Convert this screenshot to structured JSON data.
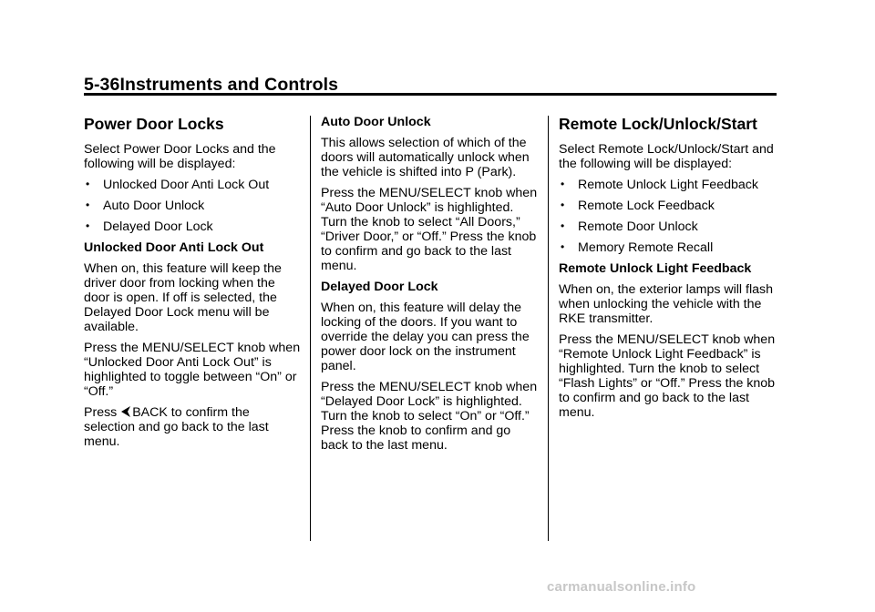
{
  "header": {
    "page_number": "5-36",
    "section_title": "Instruments and Controls"
  },
  "col1": {
    "heading": "Power Door Locks",
    "intro": "Select Power Door Locks and the following will be displayed:",
    "bullets": [
      "Unlocked Door Anti Lock Out",
      "Auto Door Unlock",
      "Delayed Door Lock"
    ],
    "sub1": "Unlocked Door Anti Lock Out",
    "p1": "When on, this feature will keep the driver door from locking when the door is open. If off is selected, the Delayed Door Lock menu will be available.",
    "p2": "Press the MENU/SELECT knob when “Unlocked Door Anti Lock Out” is highlighted to toggle between “On” or “Off.”",
    "p3_lead": "Press",
    "p3_rest": "BACK to confirm the selection and go back to the last menu."
  },
  "col2": {
    "sub1": "Auto Door Unlock",
    "p1": "This allows selection of which of the doors will automatically unlock when the vehicle is shifted into P (Park).",
    "p2": "Press the MENU/SELECT knob when “Auto Door Unlock” is highlighted. Turn the knob to select “All Doors,” “Driver Door,” or “Off.” Press the knob to confirm and go back to the last menu.",
    "sub2": "Delayed Door Lock",
    "p3": "When on, this feature will delay the locking of the doors. If you want to override the delay you can press the power door lock on the instrument panel.",
    "p4": "Press the MENU/SELECT knob when “Delayed Door Lock” is highlighted. Turn the knob to select “On” or “Off.” Press the knob to confirm and go back to the last menu."
  },
  "col3": {
    "heading": "Remote Lock/Unlock/Start",
    "intro": "Select Remote Lock/Unlock/Start and the following will be displayed:",
    "bullets": [
      "Remote Unlock Light Feedback",
      "Remote Lock Feedback",
      "Remote Door Unlock",
      "Memory Remote Recall"
    ],
    "sub1": "Remote Unlock Light Feedback",
    "p1": "When on, the exterior lamps will flash when unlocking the vehicle with the RKE transmitter.",
    "p2": "Press the MENU/SELECT knob when “Remote Unlock Light Feedback” is highlighted. Turn the knob to select “Flash Lights” or “Off.” Press the knob to confirm and go back to the last menu."
  },
  "footer": {
    "watermark": "carmanualsonline.info"
  },
  "bullet_glyph": "•",
  "icons": {
    "back": "back-arrow-icon"
  }
}
